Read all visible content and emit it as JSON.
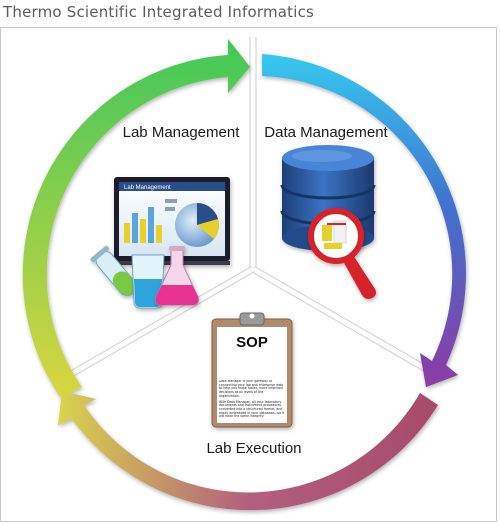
{
  "title": "Thermo Scientific Integrated Informatics",
  "sections": {
    "lab_management": {
      "label": "Lab Management",
      "monitor_header": "Lab Management"
    },
    "data_management": {
      "label": "Data Management"
    },
    "lab_execution": {
      "label": "Lab Execution"
    }
  },
  "sop": {
    "heading": "SOP",
    "paragraph1": "Data Manager is your gateway to connecting your lab and enterprise data to help you make faster, more informed decisions at all levels of the organization.",
    "paragraph2": "With Data Manager, all your laboratory documents and instrument procedures converted into a structured format, and easily embedded in your database—so it will have the same integrity."
  },
  "colors": {
    "arc_gradient": [
      "#9ed23a",
      "#3cc7ea",
      "#3f7fd6",
      "#8b3aa3",
      "#a8415e",
      "#d0d34a"
    ],
    "monitor_frame": "#1b1b2a",
    "database": "#2f5fa8",
    "magnifier": "#d8202b",
    "clipboard": "#b08a6a"
  },
  "icons": [
    "monitor-chart-icon",
    "flask-icon",
    "test-tube-icon",
    "beaker-icon",
    "database-icon",
    "magnifier-icon",
    "clipboard-icon"
  ]
}
